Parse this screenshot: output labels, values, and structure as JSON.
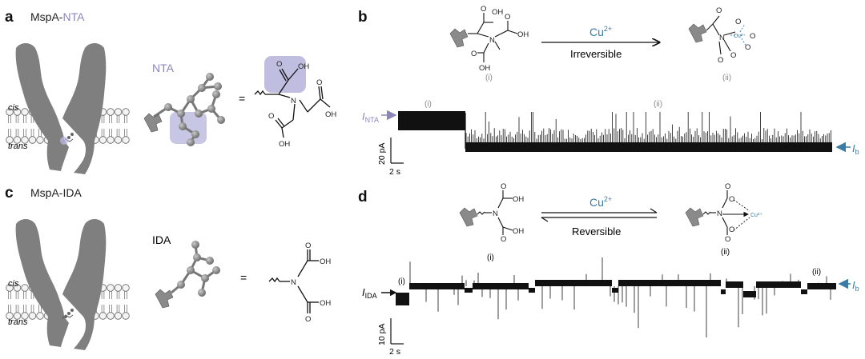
{
  "panel_a": {
    "label": "a",
    "title_prefix": "MspA-",
    "title_highlight": "NTA",
    "cis": "cis",
    "trans": "trans",
    "molecule_name": "NTA",
    "equals": "=",
    "groups": [
      "OH",
      "O",
      "N",
      "O",
      "OH",
      "O",
      "OH"
    ]
  },
  "panel_b": {
    "label": "b",
    "reagent": "Cu",
    "reagent_charge": "2+",
    "arrow_label": "Irreversible",
    "state_i": "(i)",
    "state_ii": "(ii)",
    "trace_label_i": "(i)",
    "trace_label_ii": "(ii)",
    "current_left_main": "I",
    "current_left_sub": "NTA",
    "current_right_main": "I",
    "current_right_sub": "b",
    "scale_y": "20 pA",
    "scale_x": "2 s",
    "struct_i_groups": [
      "OH",
      "O",
      "N",
      "O",
      "OH",
      "O",
      "OH"
    ],
    "struct_ii_groups": [
      "O",
      "O",
      "N",
      "Cu²⁺",
      "O",
      "O",
      "O",
      "O"
    ]
  },
  "panel_c": {
    "label": "c",
    "title": "MspA-IDA",
    "cis": "cis",
    "trans": "trans",
    "molecule_name": "IDA",
    "equals": "=",
    "groups": [
      "O",
      "OH",
      "N",
      "O",
      "OH"
    ]
  },
  "panel_d": {
    "label": "d",
    "reagent": "Cu",
    "reagent_charge": "2+",
    "arrow_label": "Reversible",
    "state_i": "(i)",
    "state_ii": "(ii)",
    "trace_label_i": "(i)",
    "trace_label_ii": "(ii)",
    "current_left_main": "I",
    "current_left_sub": "IDA",
    "current_right_main": "I",
    "current_right_sub": "b",
    "scale_y": "10 pA",
    "scale_x": "2 s",
    "struct_i_groups": [
      "O",
      "OH",
      "N",
      "O",
      "OH"
    ],
    "struct_ii_groups": [
      "O",
      "O",
      "N",
      "Cu²⁺",
      "O",
      "O"
    ]
  },
  "colors": {
    "accent_blue": "#3a7ca5",
    "accent_purple": "#8b86b8",
    "pore_gray": "#7f7f7f",
    "highlight": "#a9a7d6"
  }
}
